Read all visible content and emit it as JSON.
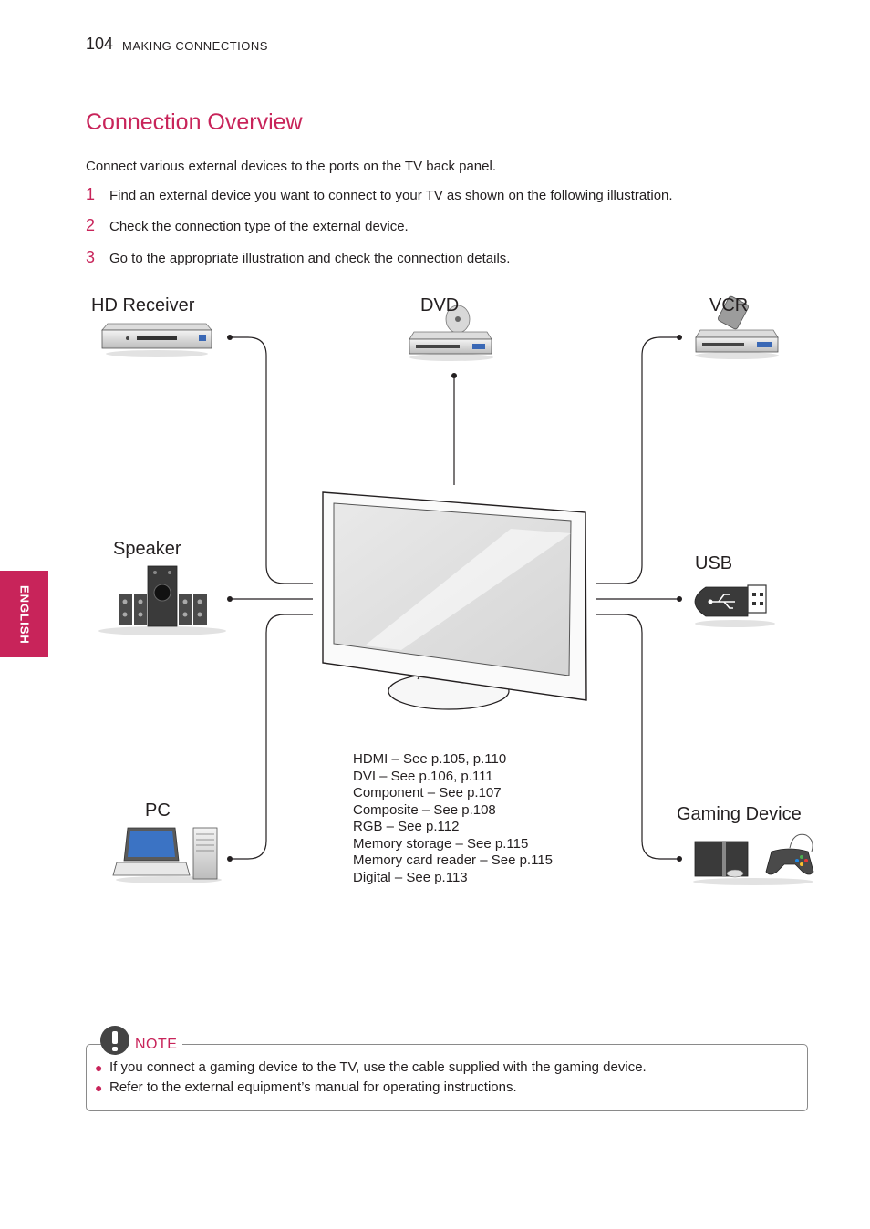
{
  "header": {
    "page_number": "104",
    "section": "MAKING CONNECTIONS"
  },
  "title": "Connection Overview",
  "intro": "Connect various external devices to the ports on the TV back panel.",
  "steps": [
    {
      "num": "1",
      "text": "Find an external device you want to connect to your TV as shown on the following illustration."
    },
    {
      "num": "2",
      "text": "Check the connection type of the external device."
    },
    {
      "num": "3",
      "text": "Go to the appropriate illustration and check the connection details."
    }
  ],
  "devices": {
    "hd_receiver": "HD Receiver",
    "dvd": "DVD",
    "vcr": "VCR",
    "speaker": "Speaker",
    "usb": "USB",
    "pc": "PC",
    "gaming": "Gaming Device"
  },
  "connections": [
    "HDMI – See p.105, p.110",
    "DVI – See p.106, p.111",
    "Component – See p.107",
    "Composite – See p.108",
    "RGB – See p.112",
    "Memory storage – See p.115",
    "Memory card reader – See p.115",
    "Digital – See p.113"
  ],
  "side_tab": "ENGLISH",
  "note": {
    "label": "NOTE",
    "items": [
      "If you connect a gaming device to the TV, use the cable supplied with the gaming device.",
      "Refer to the external equipment’s manual for operating instructions."
    ]
  },
  "colors": {
    "accent": "#c8245a",
    "text": "#231f20"
  }
}
